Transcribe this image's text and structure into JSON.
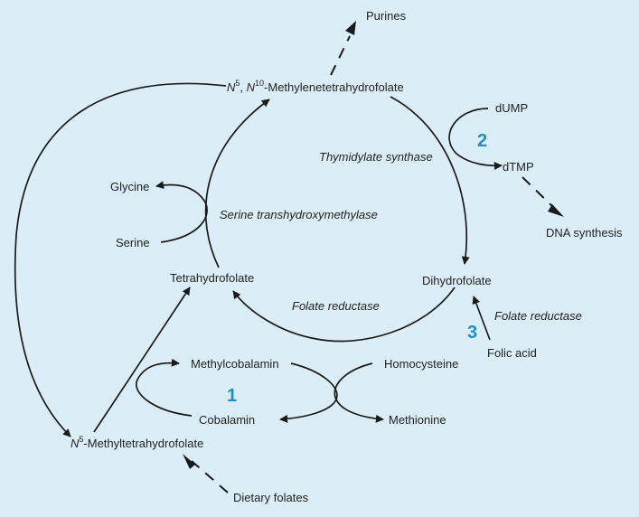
{
  "nodes": {
    "purines": "Purines",
    "methylene_n5": "N",
    "methylene_sup5": "5",
    "methylene_comma": ", ",
    "methylene_n10": "N",
    "methylene_sup10": "10",
    "methylene_rest": "-Methylenetetrahydrofolate",
    "dump": "dUMP",
    "dtmp": "dTMP",
    "dna_synthesis": "DNA synthesis",
    "glycine": "Glycine",
    "serine": "Serine",
    "tetrahydrofolate": "Tetrahydrofolate",
    "dihydrofolate": "Dihydrofolate",
    "folic_acid": "Folic acid",
    "methylcobalamin": "Methylcobalamin",
    "homocysteine": "Homocysteine",
    "cobalamin": "Cobalamin",
    "methionine": "Methionine",
    "methyl_n": "N",
    "methyl_sup5": "5",
    "methyl_rest": "-Methyltetrahydrofolate",
    "dietary_folates": "Dietary folates"
  },
  "enzymes": {
    "thymidylate_synthase": "Thymidylate synthase",
    "serine_transhydroxymethylase": "Serine transhydroxymethylase",
    "folate_reductase_cycle": "Folate reductase",
    "folate_reductase_side": "Folate reductase"
  },
  "markers": {
    "one": "1",
    "two": "2",
    "three": "3"
  },
  "colors": {
    "background": "#dbeef7",
    "marker": "#1f8fc8",
    "line": "#1a1a1a"
  }
}
